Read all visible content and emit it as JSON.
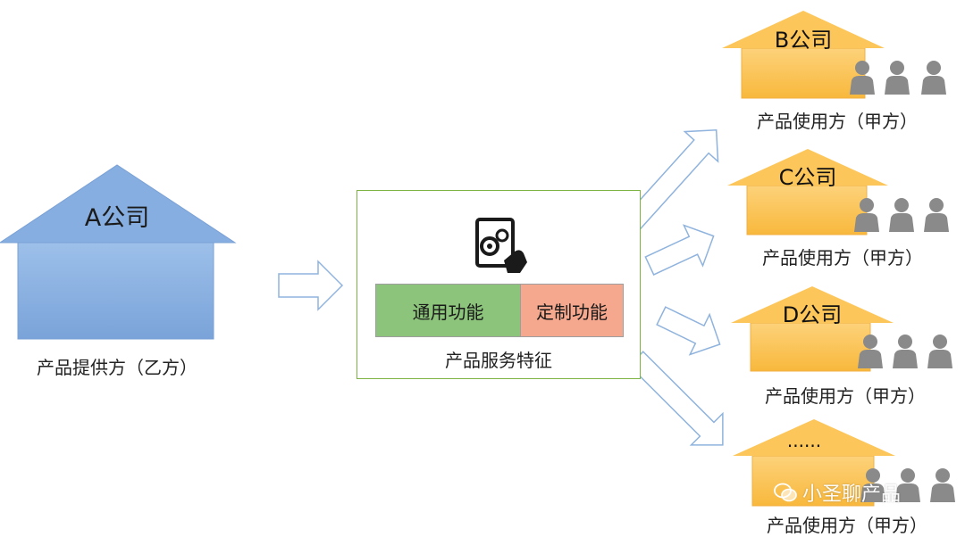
{
  "provider": {
    "name": "A公司",
    "role": "产品提供方（乙方）"
  },
  "service": {
    "general_feature": "通用功能",
    "custom_feature": "定制功能",
    "caption": "产品服务特征",
    "icon": "settings-tablet-icon"
  },
  "clients": [
    {
      "name": "B公司",
      "role": "产品使用方（甲方）"
    },
    {
      "name": "C公司",
      "role": "产品使用方（甲方）"
    },
    {
      "name": "D公司",
      "role": "产品使用方（甲方）"
    },
    {
      "name": "......",
      "role": "产品使用方（甲方）"
    }
  ],
  "watermark": {
    "text": "小圣聊产品",
    "icon": "wechat-icon"
  },
  "colors": {
    "provider_house": "#8fb5e3",
    "client_house": "#fcc65a",
    "panel_border": "#7cb342",
    "general_feature": "#8bc47a",
    "custom_feature": "#f5a88d",
    "arrow_stroke": "#8fb3dd",
    "people": "#8a8a8a"
  }
}
